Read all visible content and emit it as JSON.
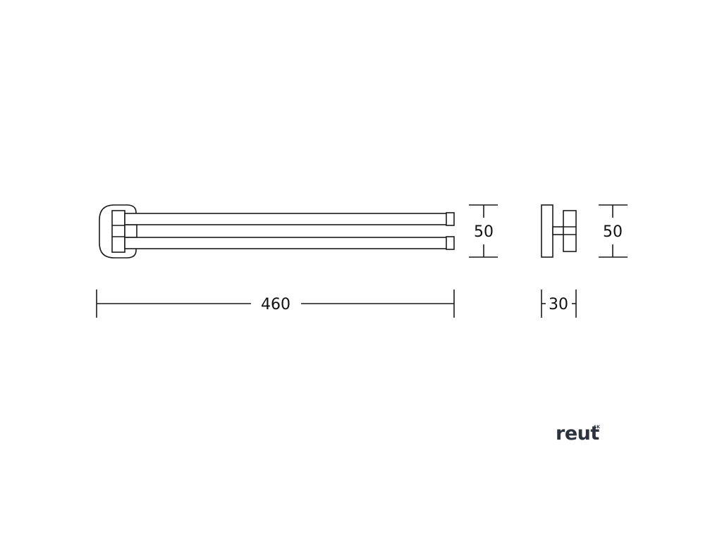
{
  "front_view": {
    "width_dim": "460",
    "height_dim": "50"
  },
  "side_view": {
    "depth_dim": "30",
    "height_dim": "50"
  },
  "logo": {
    "text": "reut",
    "superscript": "SK"
  },
  "colors": {
    "line": "#1a1a1a",
    "logo": "#2c333d",
    "background": "#ffffff"
  }
}
